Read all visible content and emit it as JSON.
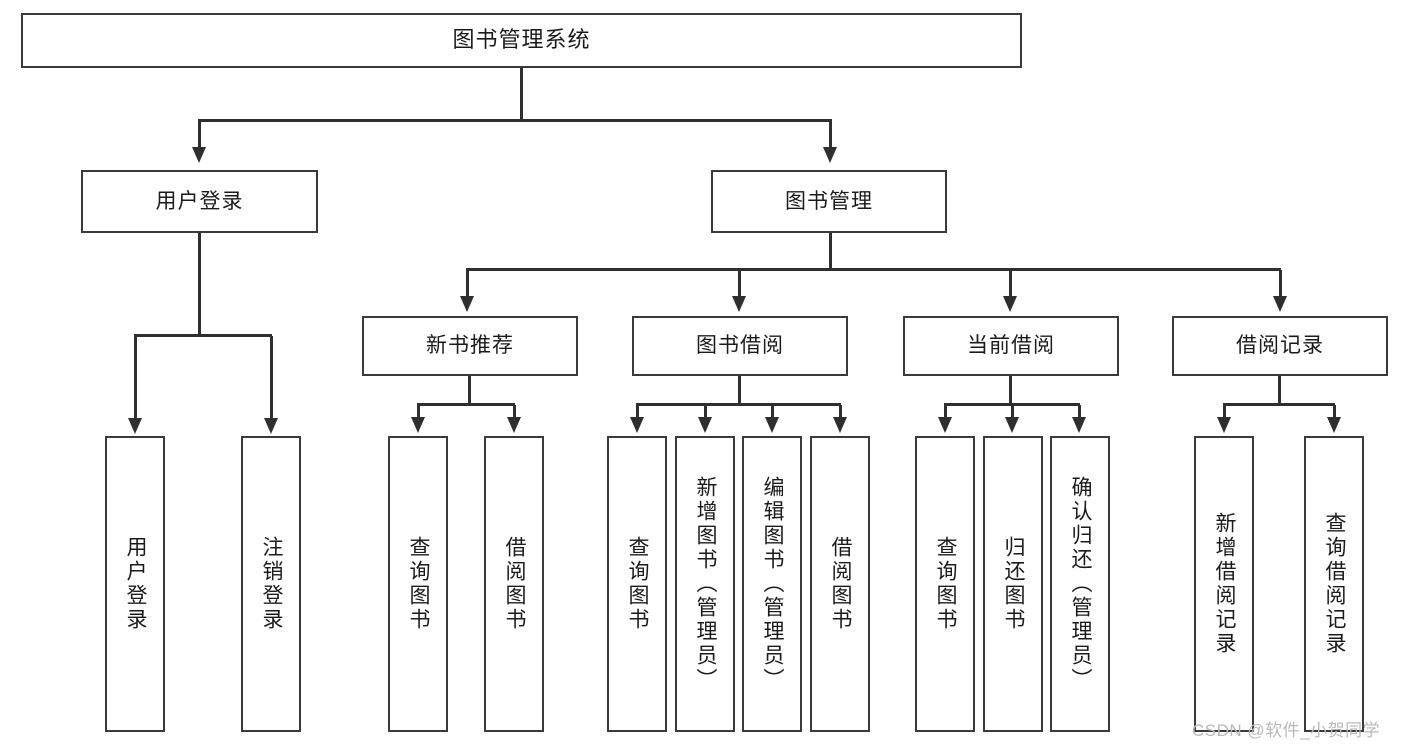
{
  "diagram": {
    "title": "图书管理系统",
    "type": "functional-structure-tree",
    "root": {
      "label": "图书管理系统"
    },
    "level2": [
      {
        "label": "用户登录"
      },
      {
        "label": "图书管理"
      }
    ],
    "level3": [
      {
        "label": "新书推荐"
      },
      {
        "label": "图书借阅"
      },
      {
        "label": "当前借阅"
      },
      {
        "label": "借阅记录"
      }
    ],
    "leaves": {
      "user_login": [
        {
          "label": "用户登录"
        },
        {
          "label": "注销登录"
        }
      ],
      "new_book_recommend": [
        {
          "label": "查询图书"
        },
        {
          "label": "借阅图书"
        }
      ],
      "book_borrow": [
        {
          "label": "查询图书"
        },
        {
          "label": "新增图书（管理员）"
        },
        {
          "label": "编辑图书（管理员）"
        },
        {
          "label": "借阅图书"
        }
      ],
      "current_borrow": [
        {
          "label": "查询图书"
        },
        {
          "label": "归还图书"
        },
        {
          "label": "确认归还（管理员）"
        }
      ],
      "borrow_record": [
        {
          "label": "新增借阅记录"
        },
        {
          "label": "查询借阅记录"
        }
      ]
    }
  },
  "watermark": {
    "text": "CSDN @软件_小贺同学"
  },
  "colors": {
    "box_border": "#3a3a3a",
    "connector": "#2f2f2f",
    "text": "#1b1b1b",
    "background": "#ffffff",
    "watermark": "#b9b9b9"
  }
}
